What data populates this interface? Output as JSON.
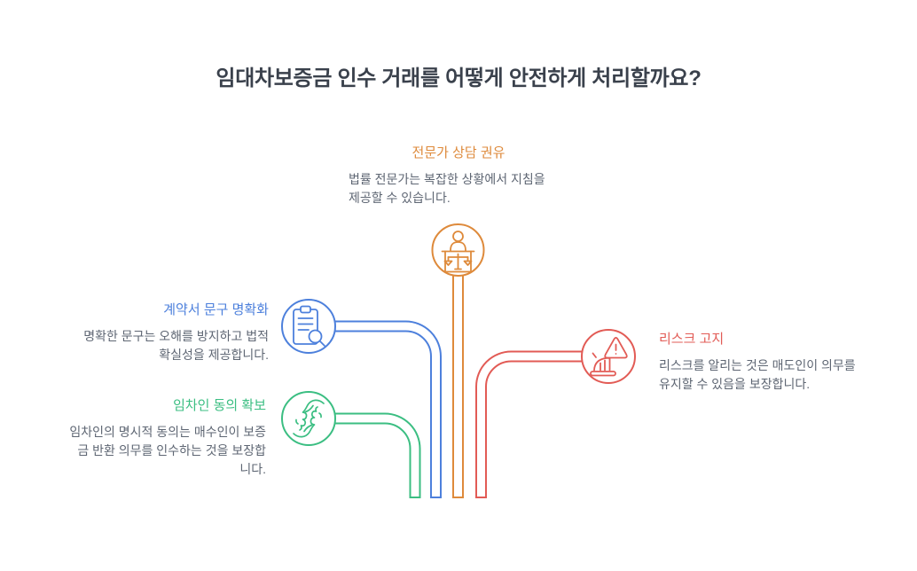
{
  "title": "임대차보증금 인수 거래를 어떻게 안전하게 처리할까요?",
  "nodes": [
    {
      "id": "expert",
      "label": "전문가 상담 권유",
      "body": "법률 전문가는 복잡한 상황에서 지침을\n제공할 수 있습니다.",
      "color": "#de8a3b",
      "icon": "legal-expert-scales-icon",
      "position": "top-center"
    },
    {
      "id": "contract",
      "label": "계약서 문구 명확화",
      "body": "명확한 문구는 오해를 방지하고 법적\n확실성을 제공합니다.",
      "color": "#4d80dc",
      "icon": "document-magnifier-icon",
      "position": "left-upper"
    },
    {
      "id": "tenant",
      "label": "임차인 동의 확보",
      "body": "임차인의 명시적 동의는 매수인이 보증\n금 반환 의무를 인수하는 것을 보장합\n니다.",
      "color": "#3bbe82",
      "icon": "handshake-icon",
      "position": "left-lower"
    },
    {
      "id": "risk",
      "label": "리스크 고지",
      "body": "리스크를 알리는 것은 매도인이 의무를\n유지할 수 있음을 보장합니다.",
      "color": "#e25b55",
      "icon": "warning-announcement-icon",
      "position": "right"
    }
  ],
  "colors": {
    "background": "#ffffff",
    "title_text": "#3a414c",
    "body_text": "#5e6673",
    "orange": "#de8a3b",
    "blue": "#4d80dc",
    "green": "#3bbe82",
    "red": "#e25b55"
  }
}
